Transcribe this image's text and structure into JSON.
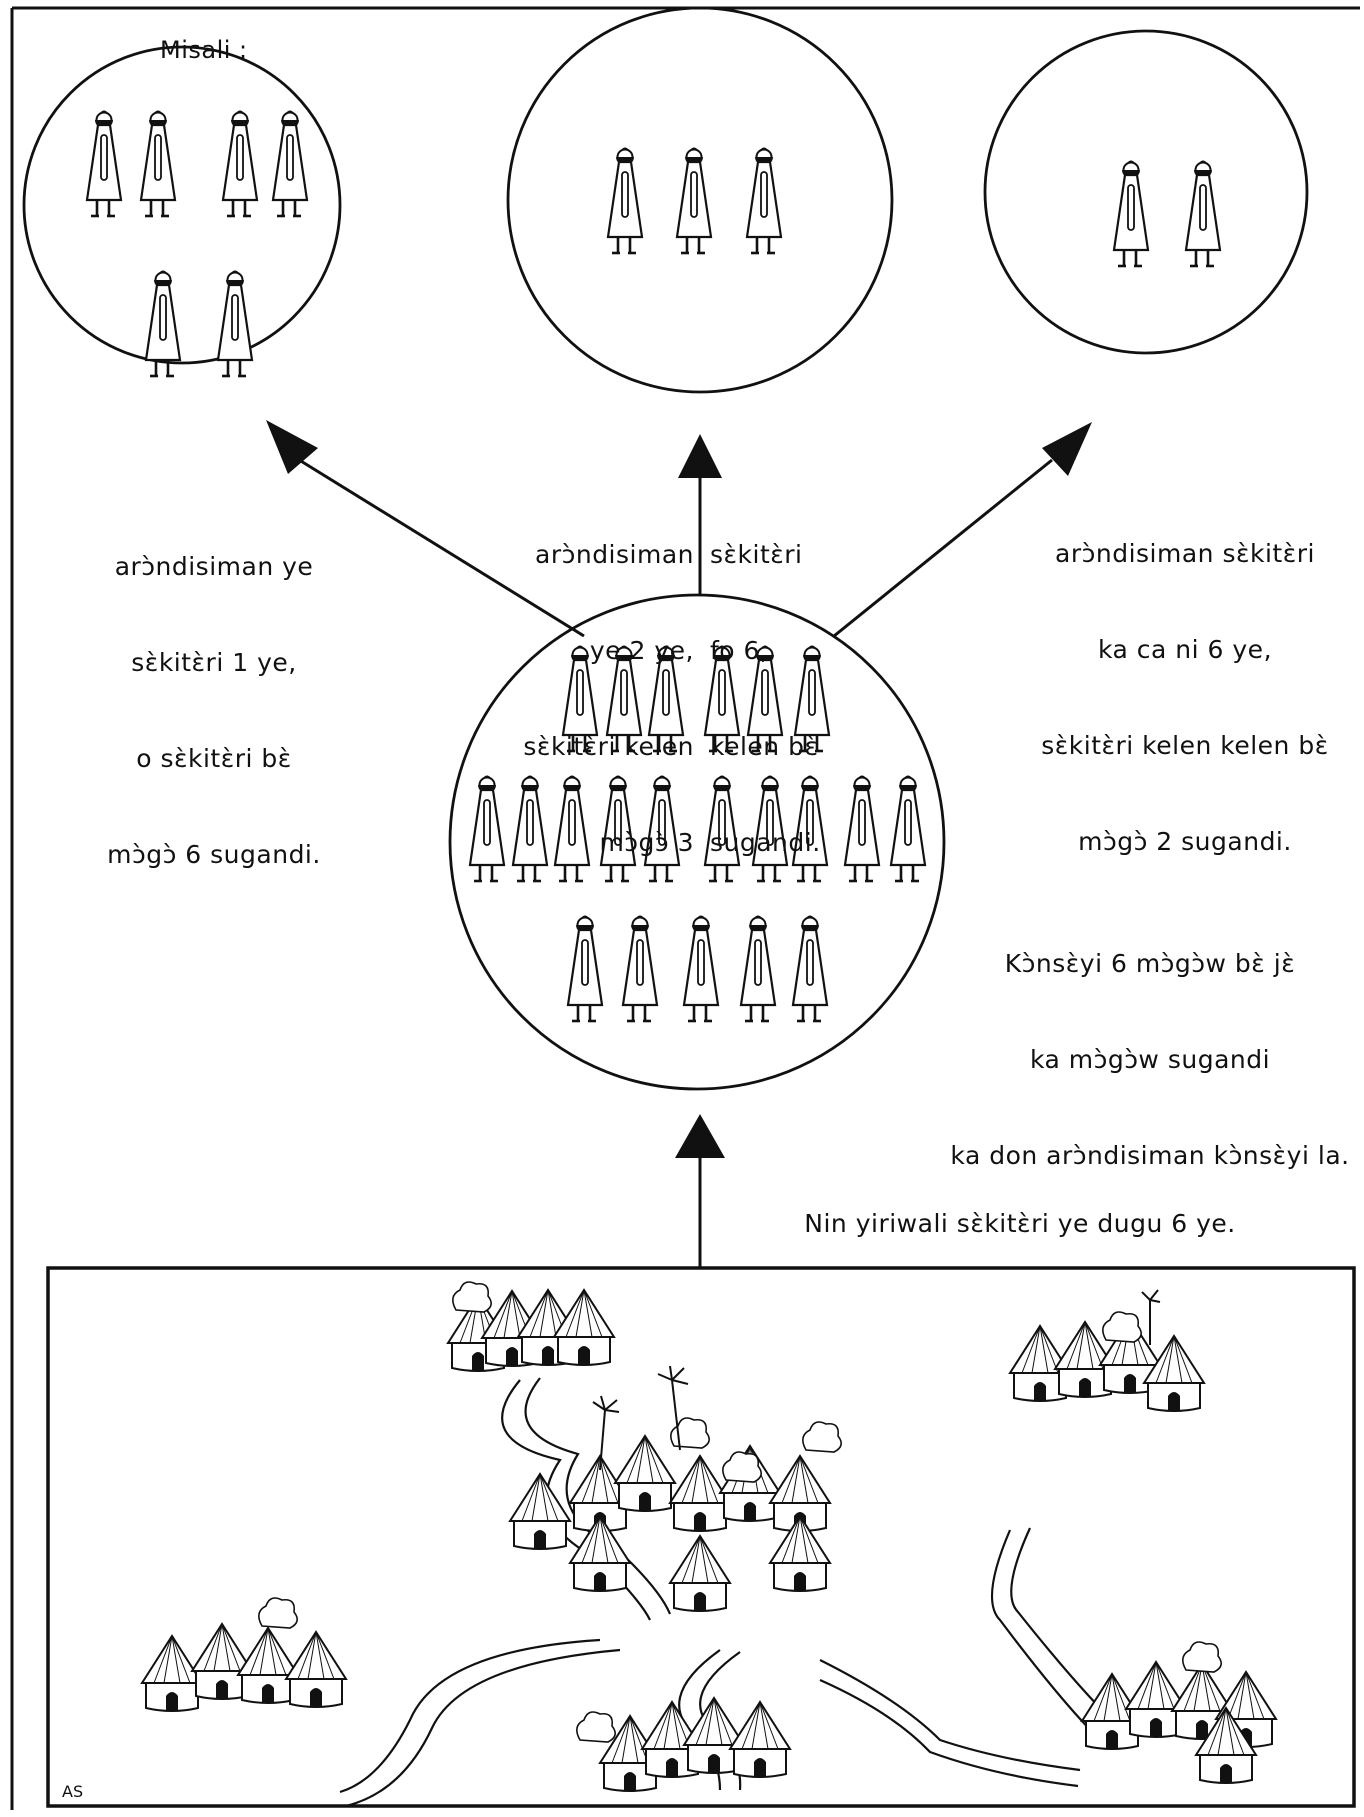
{
  "example_label": "Misali :",
  "caption_left": [
    "arɔ̀ndisiman ye",
    "sɛ̀kitɛ̀ri 1 ye,",
    "o sɛ̀kitɛ̀ri bɛ̀",
    "mɔ̀gɔ̀ 6 sugandi."
  ],
  "caption_middle_left": [
    "arɔ̀ndisiman",
    "ye 2 ye,",
    "sɛ̀kitɛ̀ri kelen",
    "mɔ̀gɔ̀ 3"
  ],
  "caption_middle_right": [
    "sɛ̀kitɛ̀ri",
    "fo 6,",
    "kelen bɛ̀",
    "sugandi."
  ],
  "caption_right": [
    "arɔ̀ndisiman sɛ̀kitɛ̀ri",
    "ka ca ni 6 ye,",
    "sɛ̀kitɛ̀ri kelen kelen bɛ̀",
    "mɔ̀gɔ̀ 2 sugandi."
  ],
  "caption_council": [
    "Kɔ̀nsɛ̀yi 6 mɔ̀gɔ̀w bɛ̀ jɛ̀",
    "ka mɔ̀gɔ̀w sugandi",
    "ka don arɔ̀ndisiman kɔ̀nsɛ̀yi la."
  ],
  "caption_villages": "Nin yiriwali sɛ̀kitɛ̀ri ye dugu 6 ye.",
  "artist_initials": "AS",
  "colors": {
    "ink": "#111111",
    "paper": "#ffffff"
  },
  "figure_counts": {
    "left_circle": 6,
    "middle_circle": 3,
    "right_circle": 2,
    "council_circle": 21,
    "village_groups": 6
  }
}
